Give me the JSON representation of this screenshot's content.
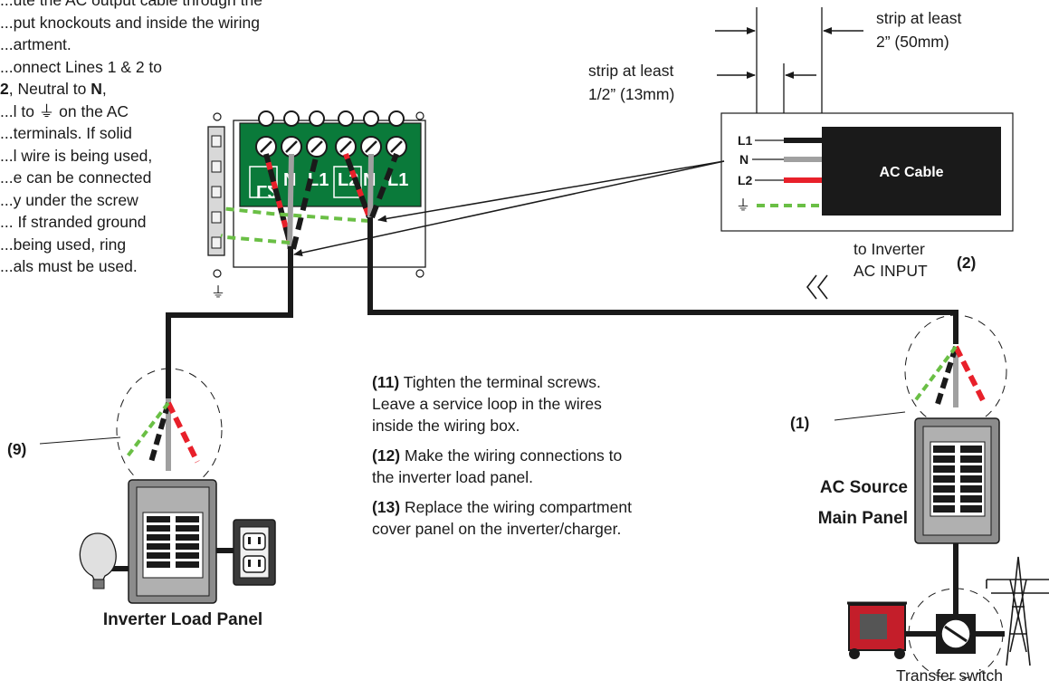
{
  "instructions": {
    "line1": "...ute the AC output cable through the",
    "line2": "...put knockouts and inside the wiring",
    "line3": "...artment.",
    "line4": "...onnect Lines 1 & 2 to",
    "line5_bold": "2",
    "line5_rest": ", Neutral to ",
    "line5_n": "N",
    "line5_end": ",",
    "line6": "...l to ⏚ on the AC",
    "line7": "...terminals. If solid",
    "line8": "...l wire is being used,",
    "line9": "...e can be connected",
    "line10": "...y under the screw",
    "line11": "... If stranded ground",
    "line12": "...being used, ring",
    "line13": "...als must be used."
  },
  "strip": {
    "long_line1": "strip at least",
    "long_line2": "2” (50mm)",
    "short_line1": "strip at least",
    "short_line2": "1/2” (13mm)"
  },
  "cable": {
    "label": "AC Cable",
    "wire_l1": "L1",
    "wire_n": "N",
    "wire_l2": "L2",
    "ground_symbol": "⏚"
  },
  "inverter_input": {
    "line1": "to Inverter",
    "line2": "AC INPUT",
    "step": "(2)"
  },
  "terminal_block": {
    "labels": [
      "L2",
      "N",
      "L1",
      "L2",
      "N",
      "L1"
    ],
    "ground_symbol": "⏚"
  },
  "steps": [
    {
      "num": "(11)",
      "text": " Tighten the terminal screws. Leave a service loop in the wires inside the wiring box."
    },
    {
      "num": "(12)",
      "text": " Make the wiring connections to the inverter load panel."
    },
    {
      "num": "(13)",
      "text": " Replace the wiring compartment cover panel on the inverter/charger."
    }
  ],
  "callouts": {
    "step9": "(9)",
    "step1": "(1)"
  },
  "panels": {
    "load_panel": "Inverter Load Panel",
    "source_line1": "AC Source",
    "source_line2": "Main Panel",
    "transfer_switch": "Transfer switch"
  },
  "colors": {
    "wire_line": "#e8202a",
    "wire_neutral": "#a0a0a0",
    "wire_ground": "#6abf45",
    "terminal_green": "#0a7a3a",
    "cable_black": "#1a1a1a",
    "panel_gray": "#8c8c8c"
  }
}
